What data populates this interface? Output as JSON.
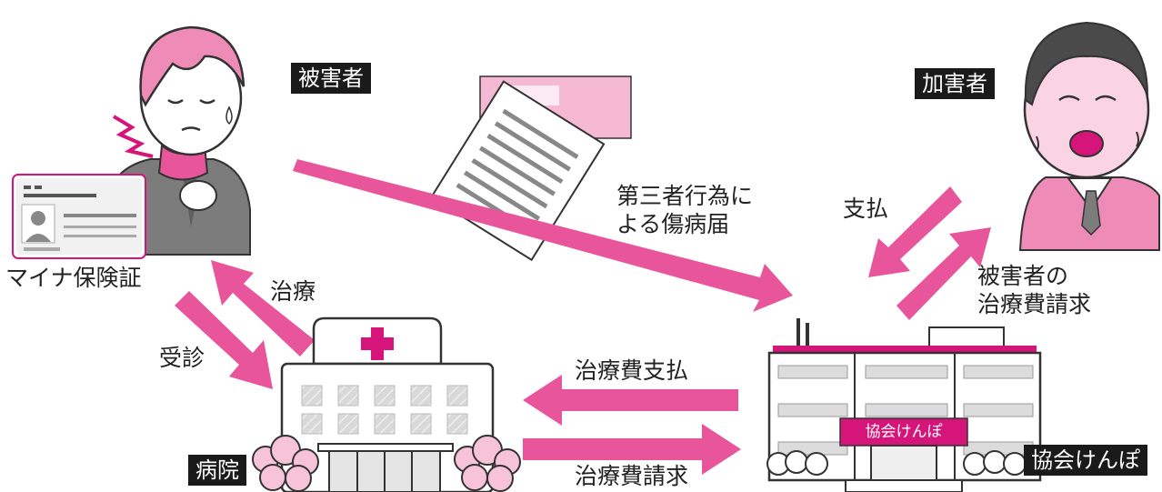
{
  "tags": {
    "victim": "被害者",
    "perpetrator": "加害者",
    "hospital": "病院",
    "kyokai": "協会けんぽ"
  },
  "labels": {
    "card": "マイナ保険証",
    "treatment": "治療",
    "consult": "受診",
    "injury_report": "第三者行為に\nよる傷病届",
    "payment": "支払",
    "claim_to_perpetrator": "被害者の\n治療費請求",
    "fee_payment": "治療費支払",
    "fee_claim": "治療費請求"
  },
  "building_sign": "協会けんぽ",
  "colors": {
    "arrow": "#e8559a",
    "accent": "#d6157a",
    "person_pink": "#ef8bb7",
    "cloth_gray": "#7c7c7c",
    "tag_bg": "#1a1a1a"
  },
  "icons": [
    "hospital-cross-icon",
    "envelope-icon",
    "document-icon",
    "pain-mark-icon"
  ]
}
